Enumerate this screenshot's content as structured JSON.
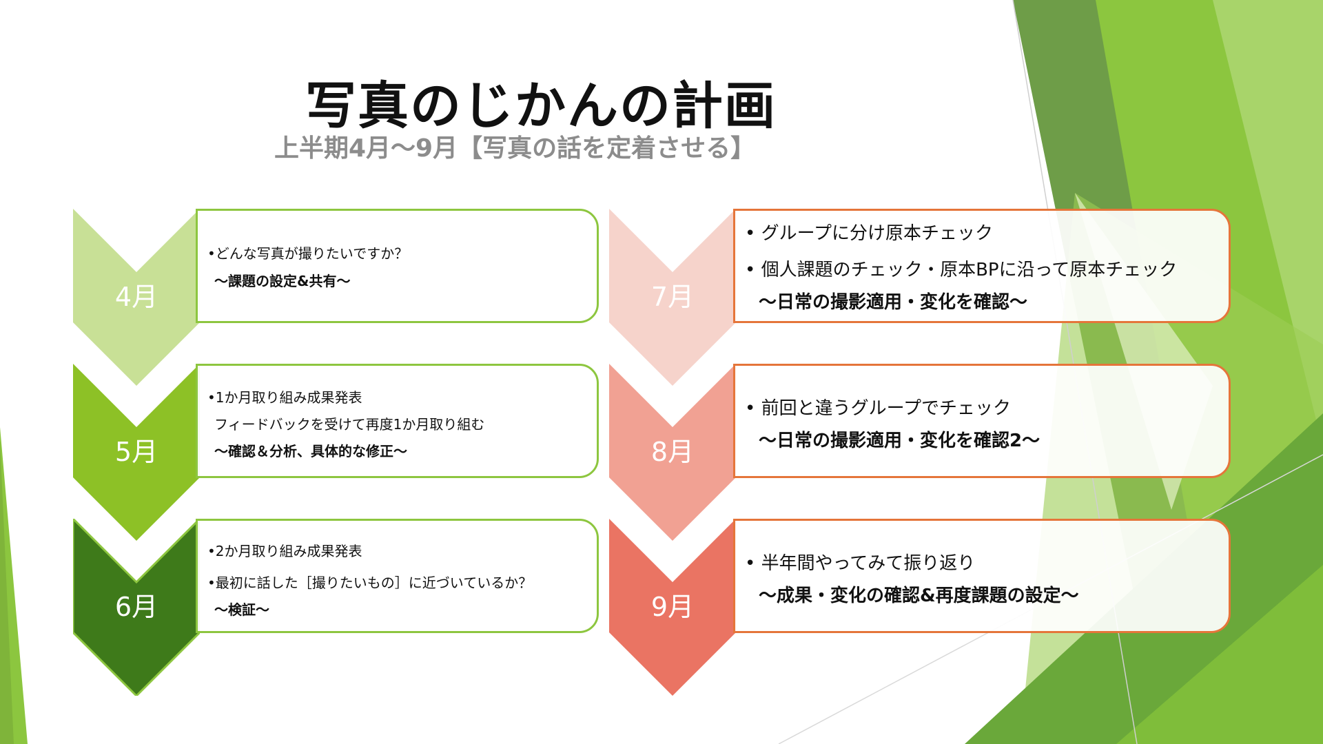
{
  "title": "写真のじかんの計画",
  "subtitle": "上半期4月～9月【写真の話を定着させる】",
  "colors": {
    "green_light": "#c8e096",
    "green_mid": "#8dc126",
    "green_dark": "#3e7a1a",
    "pink_light": "#f6d3cb",
    "pink_mid": "#f1a193",
    "pink_dark": "#ea7463",
    "green_border": "#8dc63f",
    "orange_border": "#e5753a"
  },
  "months": [
    {
      "label": "4月",
      "lines": [
        "•どんな写真が撮りたいですか？",
        "～課題の設定&共有～"
      ]
    },
    {
      "label": "5月",
      "lines": [
        "•1か月取り組み成果発表",
        "フィードバックを受けて再度1か月取り組む",
        "～確認＆分析、具体的な修正～"
      ]
    },
    {
      "label": "6月",
      "lines": [
        "•2か月取り組み成果発表",
        "•最初に話した［撮りたいもの］に近づいているか？",
        "～検証～"
      ]
    },
    {
      "label": "7月",
      "lines": [
        "• グループに分け原本チェック",
        "• 個人課題のチェック・原本BPに沿って原本チェック",
        "～日常の撮影適用・変化を確認～"
      ]
    },
    {
      "label": "8月",
      "lines": [
        "• 前回と違うグループでチェック",
        "～日常の撮影適用・変化を確認2～"
      ]
    },
    {
      "label": "9月",
      "lines": [
        "• 半年間やってみて振り返り",
        "～成果・変化の確認&再度課題の設定～"
      ]
    }
  ]
}
